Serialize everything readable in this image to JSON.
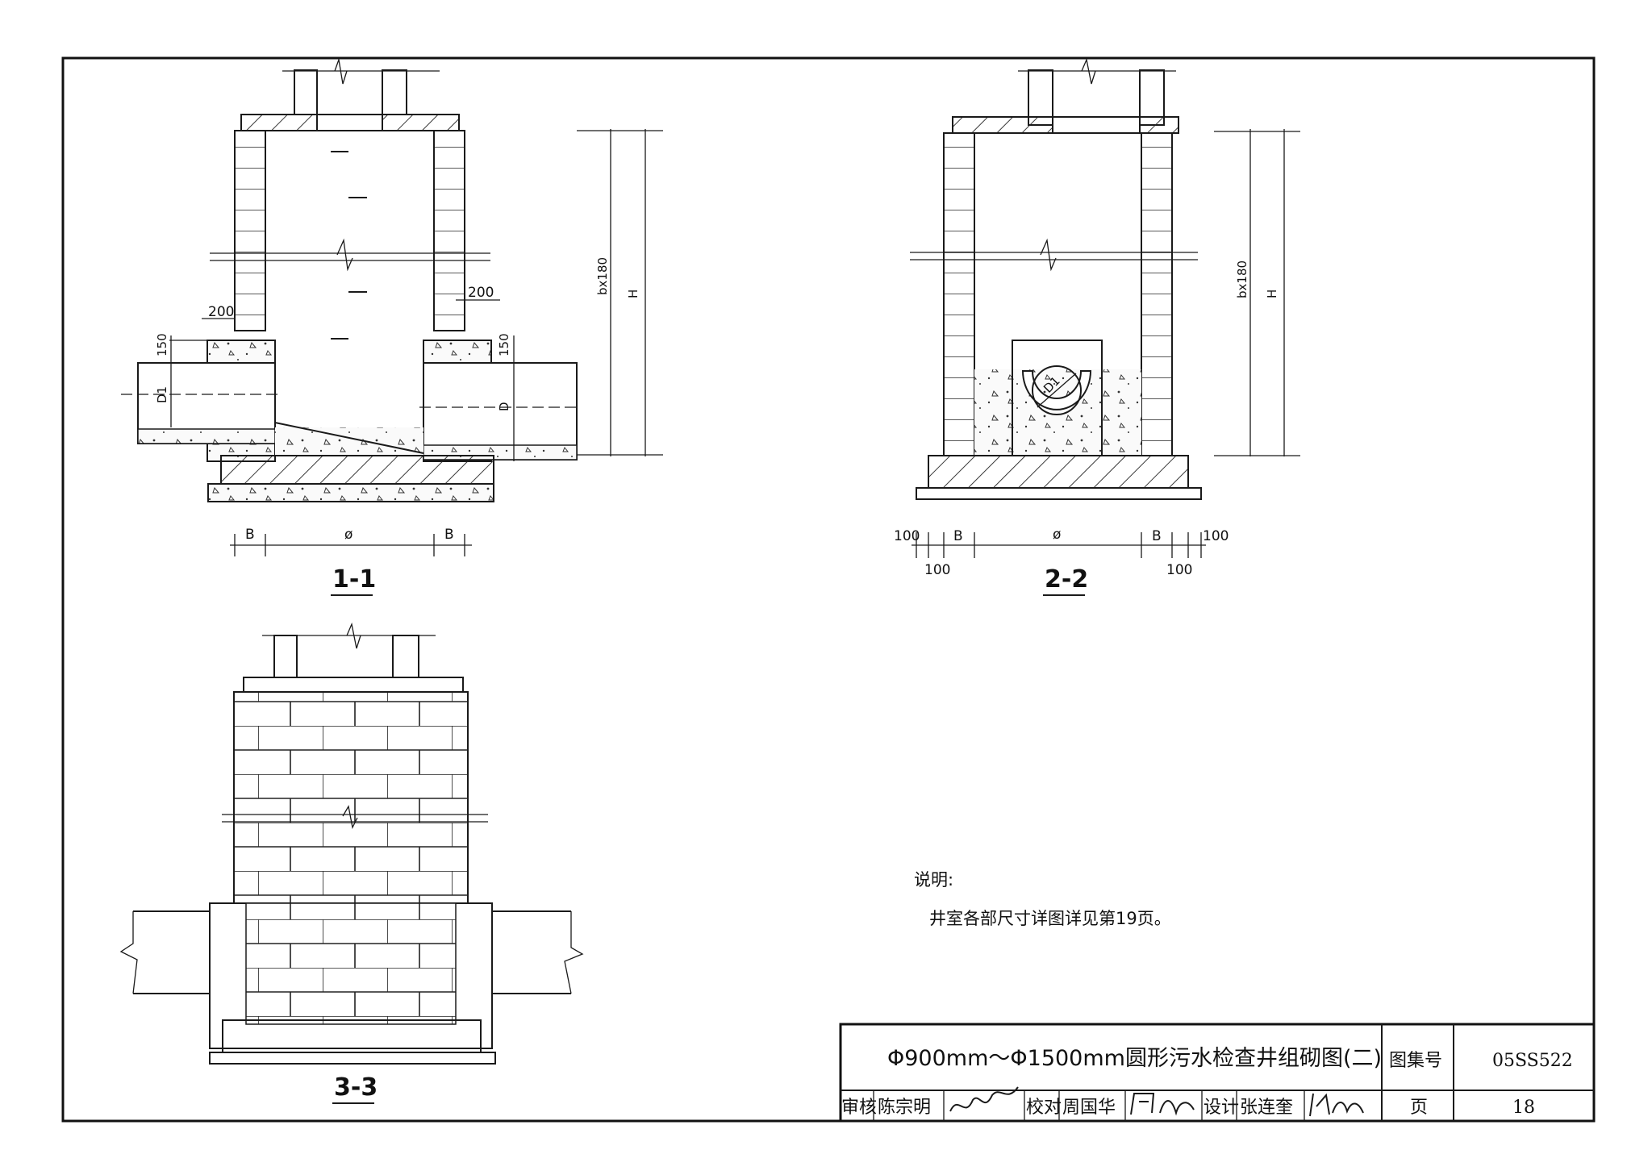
{
  "sections": {
    "s1": "1-1",
    "s2": "2-2",
    "s3": "3-3"
  },
  "dimensions": {
    "b": "B",
    "phi": "ø",
    "d1": "D1",
    "d": "D",
    "h": "H",
    "bx180": "bx180",
    "w200": "200",
    "h150": "150",
    "w100": "100"
  },
  "notes": {
    "heading": "说明:",
    "text": "井室各部尺寸详图详见第19页。"
  },
  "title_block": {
    "title": "Φ900mm～Φ1500mm圆形污水检查井组砌图(二)",
    "atlas_label": "图集号",
    "atlas_no": "05SS522",
    "page_label": "页",
    "page_no": "18",
    "review_label": "审核",
    "reviewer": "陈宗明",
    "check_label": "校对",
    "checker": "周国华",
    "design_label": "设计",
    "designer": "张连奎"
  }
}
